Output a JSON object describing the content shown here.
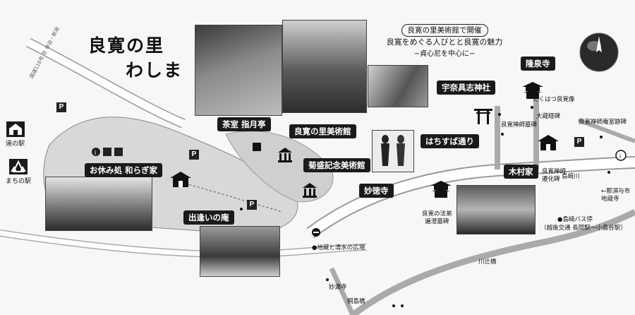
{
  "title": {
    "line1": "良寛の里",
    "line2": "わしま"
  },
  "exhibition": {
    "venue": "良寛の里美術館で開催",
    "name": "良寛をめぐる人びとと良寛の魅力",
    "subtitle": "−貞心尼を中心に−"
  },
  "places": {
    "chashitsu": "茶室 指月亭",
    "ryokan_museum": "良寛の里美術館",
    "kikumori_museum": "菊盛記念美術館",
    "oyasumidokoro": "お休み処 和らぎ家",
    "deai_no_iori": "出逢いの庵",
    "hachisuba_dori": "はちすば通り",
    "myotokuji": "妙徳寺",
    "unabeshi_shrine": "宇奈具志神社",
    "ryusenji": "隆泉寺",
    "kimuraya": "木村家"
  },
  "points": {
    "takuhatsu_statue": "たくはつ良寛像",
    "daizo_kyohi": "大蔵経碑",
    "ryokan_bosho": "良寛禅師墓碑",
    "ansitsu_ato": "良寛禅師庵室跡碑",
    "senge_hi": "良寛禅師\n遷化碑",
    "hotoke_hi": "良寛の法弟\n遍澄墓碑",
    "chiji_hiroba": "●地蔵と清水の広場",
    "shimazaki_bus": "●島崎バス停",
    "bus_route": "（越後交通 長岡駅〜小島谷駅）",
    "nasu_jizo": "←那須与市\n地蔵寺",
    "kawatsuji_bridge": "川辻橋",
    "shimazaki_river": "島崎川",
    "myomanji": "妙満寺",
    "kiriyoshi_bridge": "桐島橋",
    "route_label": "国道116号 至 寺泊・新潟"
  },
  "parking_label": "P",
  "legend": [
    {
      "label": "道の駅"
    },
    {
      "label": "まちの駅"
    }
  ],
  "icons": [
    "temple-icon",
    "shrine-gate-icon",
    "house-icon",
    "museum-icon",
    "parking-icon",
    "info-icon",
    "restaurant-icon",
    "toilet-icon",
    "compass-globe-icon"
  ]
}
